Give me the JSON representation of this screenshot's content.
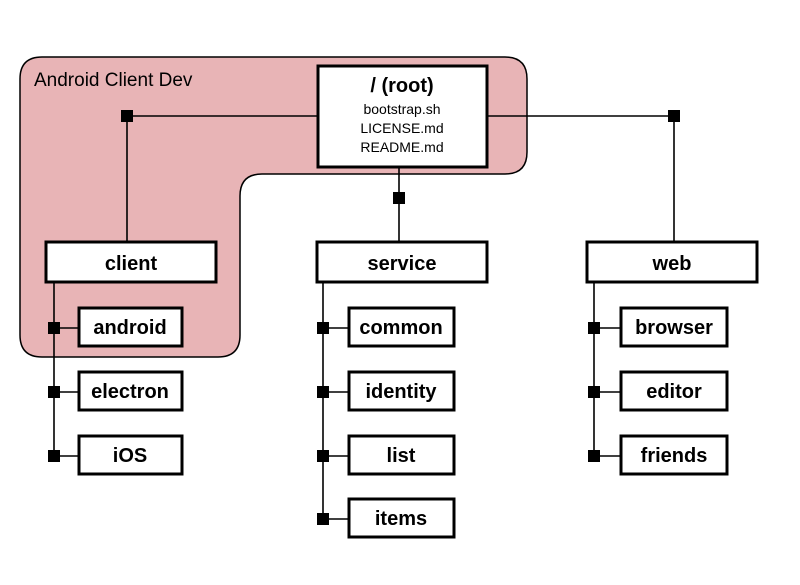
{
  "group": {
    "label": "Android Client Dev",
    "fill": "#e8b4b6",
    "stroke": "#000000"
  },
  "root": {
    "title": "/ (root)",
    "files": [
      "bootstrap.sh",
      "LICENSE.md",
      "README.md"
    ]
  },
  "folders": {
    "client": {
      "label": "client",
      "children": [
        "android",
        "electron",
        "iOS"
      ]
    },
    "service": {
      "label": "service",
      "children": [
        "common",
        "identity",
        "list",
        "items"
      ]
    },
    "web": {
      "label": "web",
      "children": [
        "browser",
        "editor",
        "friends"
      ]
    }
  }
}
